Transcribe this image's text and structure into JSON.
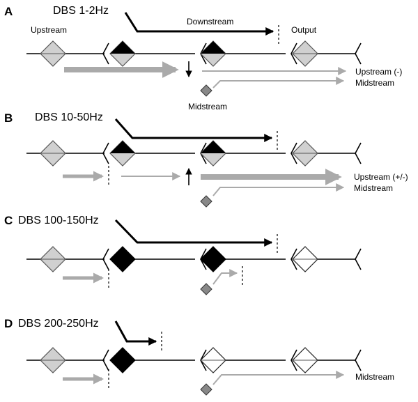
{
  "panels": [
    {
      "letter": "A",
      "title": "DBS 1-2Hz"
    },
    {
      "letter": "B",
      "title": "DBS 10-50Hz"
    },
    {
      "letter": "C",
      "title": "DBS 100-150Hz"
    },
    {
      "letter": "D",
      "title": "DBS 200-250Hz"
    }
  ],
  "labels": {
    "upstream": "Upstream",
    "downstream": "Downstream",
    "output": "Output",
    "midstream": "Midstream",
    "upstream_minus": "Upstream (-)",
    "upstream_plusminus": "Upstream (+/-)"
  },
  "colors": {
    "gray_node": "#d0d0d0",
    "black_node": "#000000",
    "gray_arrow": "#aaaaaa",
    "mid_node": "#888888"
  }
}
